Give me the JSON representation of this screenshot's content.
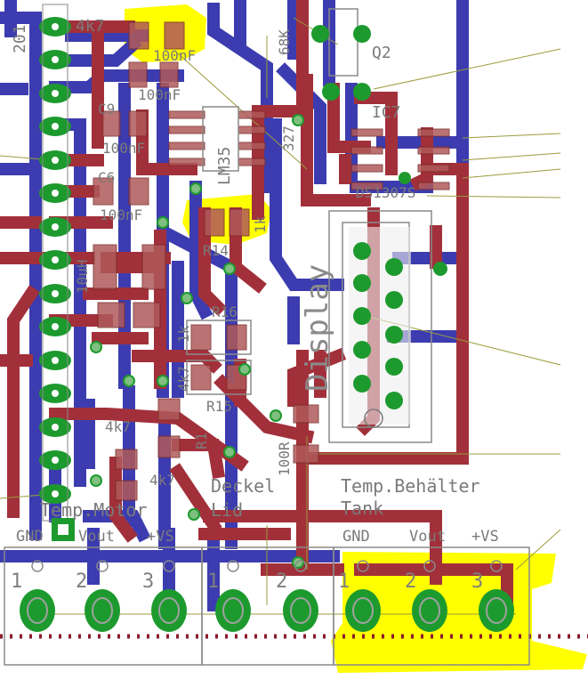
{
  "board": {
    "colors": {
      "background": "#ffffff",
      "top_trace": "#a2303a",
      "bottom_trace": "#3c3cb0",
      "pad": "#1d9a2e",
      "highlight": "#ffff00",
      "silk": "#8a8a8a",
      "via": "#7fbf7f"
    },
    "labels": {
      "r_4k7_top": "4k7",
      "c_100nf_1": "100nF",
      "c_100nf_2": "100nF",
      "c_100nf_3": "100nF",
      "c_100nf_4": "100nF",
      "c9": "C9",
      "c6": "C6",
      "lm35": "LM35",
      "q2": "Q2",
      "ic7": "IC7",
      "ds1307": "DS1307S",
      "r68k": "68K",
      "display": "Display",
      "r14": "R14",
      "r14_val": "1k",
      "r16": "R16",
      "r15": "R15",
      "r1": "R1",
      "r1_val": "4k7",
      "r2_val": "4k7",
      "l_10uh": "10uH",
      "c_1k": "1k",
      "c4k7": "4k7",
      "r100": "100R",
      "deckel": "Deckel",
      "lid": "Lid",
      "temp_motor": "Temp.Motor",
      "temp_behalter": "Temp.Behälter",
      "tank": "Tank",
      "gnd1": "GND",
      "vout1": "Vout",
      "vs1": "+VS",
      "gnd2": "GND",
      "vout2": "Vout",
      "vs2": "+VS",
      "num_1a": "1",
      "num_2a": "2",
      "num_3a": "3",
      "num_1b": "1",
      "num_2b": "2",
      "num_1c": "1",
      "num_2c": "2",
      "num_3c": "3",
      "ref_201": "201",
      "ref_327": "327"
    }
  }
}
